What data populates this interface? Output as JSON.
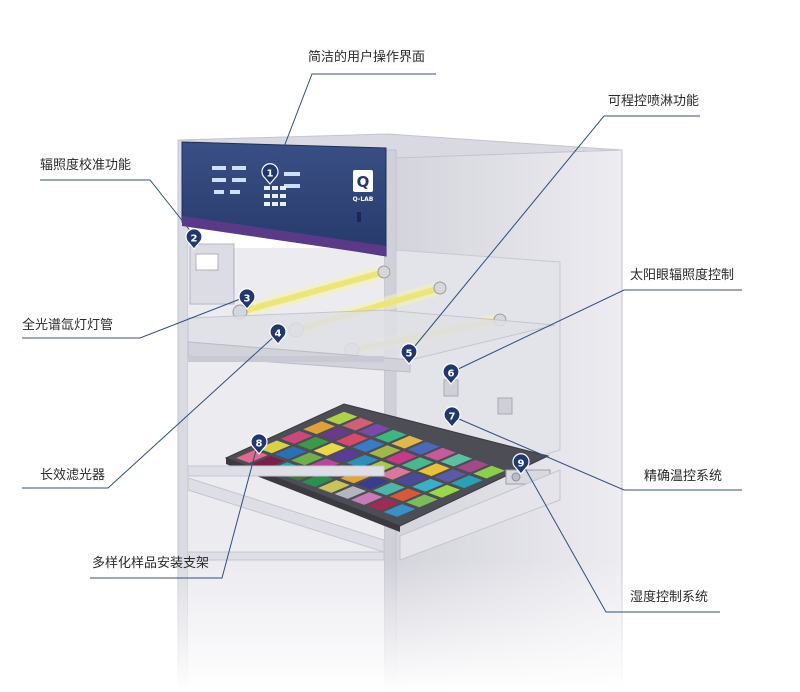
{
  "brand": {
    "logo_letter": "Q",
    "logo_text": "Q-LAB"
  },
  "colors": {
    "cabinet": "#e9e9ee",
    "cabinet_side": "#dcdce3",
    "panel": "#2f4577",
    "panel_accent": "#5a3a86",
    "marker": "#1f3970",
    "leader_line": "#2f4f7f",
    "lamp_glow": "#f4f08a"
  },
  "callouts": [
    {
      "number": "1",
      "label": "简洁的用户操作界面"
    },
    {
      "number": "2",
      "label": "辐照度校准功能"
    },
    {
      "number": "3",
      "label": "全光谱氙灯灯管"
    },
    {
      "number": "4",
      "label": "长效滤光器"
    },
    {
      "number": "5",
      "label": "可程控喷淋功能"
    },
    {
      "number": "6",
      "label": "太阳眼辐照度控制"
    },
    {
      "number": "7",
      "label": "精确温控系统"
    },
    {
      "number": "8",
      "label": "多样化样品安装支架"
    },
    {
      "number": "9",
      "label": "湿度控制系统"
    }
  ],
  "sample_colors": [
    "#e06a8c",
    "#7a2048",
    "#2aa7a0",
    "#3d7a3a",
    "#2d8f4f",
    "#c7c45a",
    "#b5b5c0",
    "#c97ab8",
    "#9b2c55",
    "#3a8fc7",
    "#d9d04a",
    "#2b6fb5",
    "#6fb04a",
    "#b8489a",
    "#8a3c8f",
    "#e3a53a",
    "#3c3c8f",
    "#4db6a8",
    "#d65a3a",
    "#7bbd5a",
    "#c74a7a",
    "#3a9a4a",
    "#e8d84a",
    "#5a3a9a",
    "#2d8fb5",
    "#a8c84a",
    "#d8789a",
    "#4a4a9a",
    "#3ab0c7",
    "#9ad84a",
    "#e0a03a",
    "#6a3a8a",
    "#d84a6a",
    "#3a7ac7",
    "#a0b84a",
    "#c73a8a",
    "#4ab88a",
    "#e8c03a",
    "#5a5aa8",
    "#2aa0b5",
    "#b0d04a",
    "#d0607a",
    "#7a4aa8",
    "#3ab880",
    "#e0b84a",
    "#4a6ab8",
    "#c85a9a",
    "#5ac0a0",
    "#a04a8a",
    "#8ad04a"
  ]
}
